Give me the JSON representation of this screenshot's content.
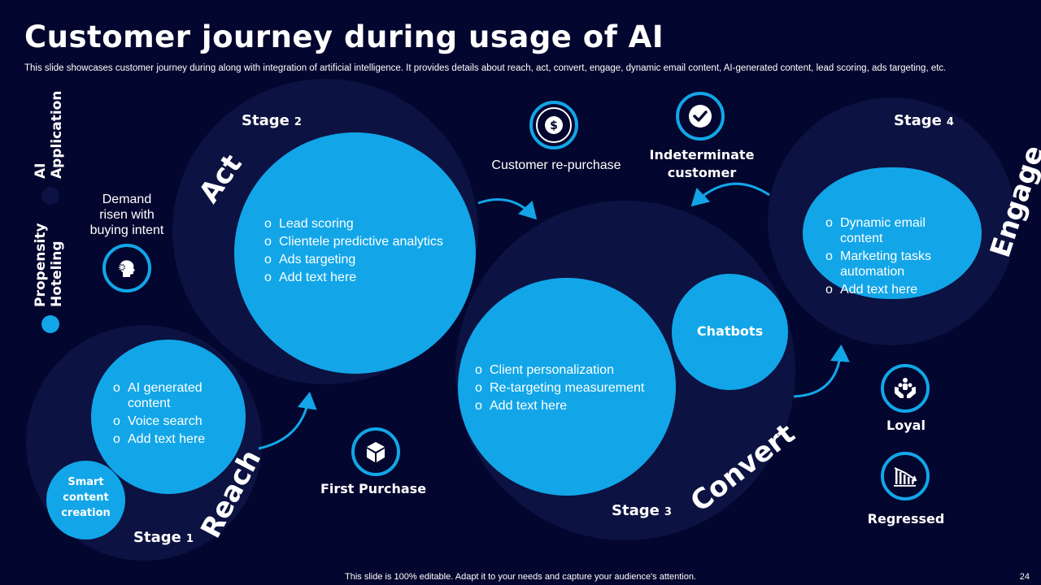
{
  "header": {
    "title": "Customer journey during usage of AI",
    "subtitle": "This slide showcases customer journey during along with integration of artificial intelligence. It provides details about reach, act, convert, engage, dynamic email content, AI-generated content, lead scoring, ads targeting, etc."
  },
  "legend": {
    "ai_application": [
      "AI",
      "Application"
    ],
    "propensity_hoteling": [
      "Propensity",
      "Hoteling"
    ]
  },
  "demand_text": [
    "Demand",
    "risen with",
    "buying intent"
  ],
  "stages": {
    "stage1": {
      "label": "Stage",
      "num": "1",
      "word": "Reach",
      "items": [
        "AI generated content",
        "Voice search",
        "Add text here"
      ],
      "small_circle": [
        "Smart",
        "content",
        "creation"
      ]
    },
    "stage2": {
      "label": "Stage",
      "num": "2",
      "word": "Act",
      "items": [
        "Lead scoring",
        "Clientele predictive analytics",
        "Ads targeting",
        "Add text here"
      ]
    },
    "stage3": {
      "label": "Stage",
      "num": "3",
      "word": "Convert",
      "items": [
        "Client personalization",
        "Re-targeting measurement",
        "Add text here"
      ],
      "small_circle": "Chatbots"
    },
    "stage4": {
      "label": "Stage",
      "num": "4",
      "word": "Engage",
      "items": [
        "Dynamic email content",
        "Marketing tasks automation",
        "Add text here"
      ]
    }
  },
  "events": {
    "first_purchase": "First Purchase",
    "re_purchase": "Customer re-purchase",
    "indeterminate": [
      "Indeterminate",
      "customer"
    ],
    "loyal": "Loyal",
    "regressed": "Regressed"
  },
  "icons": {
    "first_purchase": "box-icon",
    "re_purchase": "dollar-coin-icon",
    "indeterminate": "check-icon",
    "loyal": "hands-people-icon",
    "regressed": "declining-chart-icon",
    "demand": "head-mind-icon"
  },
  "colors": {
    "background": "#03062e",
    "accent": "#12a6e8",
    "circle_dark": "#0c1241"
  },
  "footer": {
    "note": "This slide is 100% editable. Adapt it to your needs and capture your audience's attention.",
    "page": "24"
  }
}
